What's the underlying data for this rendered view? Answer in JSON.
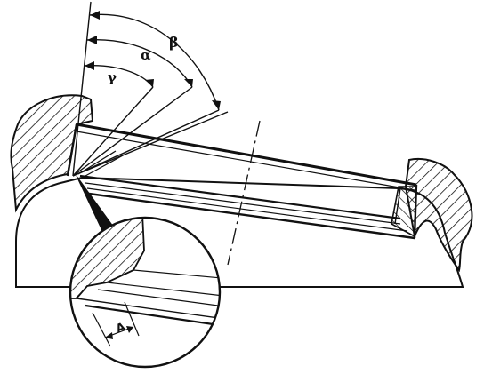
{
  "labels": {
    "beta": "β",
    "alpha": "α",
    "gamma": "γ",
    "detail": "A"
  },
  "colors": {
    "ink": "#111111",
    "paper": "#ffffff"
  }
}
